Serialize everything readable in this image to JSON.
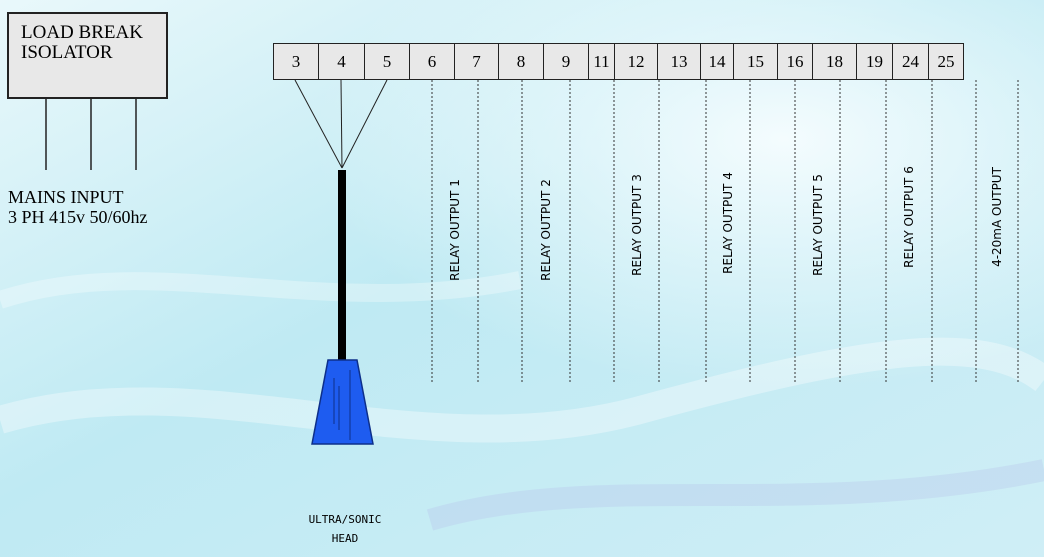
{
  "isolator": {
    "line1": "LOAD BREAK",
    "line2": "ISOLATOR"
  },
  "mains": {
    "line1": "MAINS INPUT",
    "line2": "3 PH 415v 50/60hz"
  },
  "terminals": [
    "3",
    "4",
    "5",
    "6",
    "7",
    "8",
    "9",
    "11",
    "12",
    "13",
    "14",
    "15",
    "16",
    "18",
    "19",
    "24",
    "25"
  ],
  "outputs": [
    "RELAY OUTPUT 1",
    "RELAY OUTPUT 2",
    "RELAY OUTPUT 3",
    "RELAY OUTPUT 4",
    "RELAY OUTPUT 5",
    "RELAY OUTPUT 6",
    "4-20mA OUTPUT"
  ],
  "head": {
    "line1": "ULTRA/SONIC",
    "line2": "HEAD"
  },
  "colors": {
    "sensor": "#1e5cf0",
    "background": "#cfeff7",
    "box": "#e8e8e8"
  }
}
